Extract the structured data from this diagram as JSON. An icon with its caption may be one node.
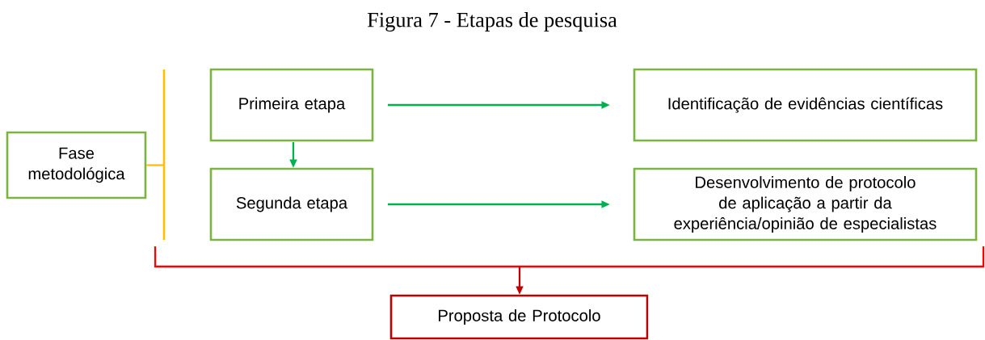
{
  "diagram": {
    "title": "Figura 7 - Etapas de pesquisa",
    "nodes": [
      {
        "text": [
          "Fase metodológica"
        ]
      },
      {
        "text": [],
        "shape": "bar"
      },
      {
        "text": [
          "Primeira etapa"
        ]
      },
      {
        "text": [
          "Identificação de evidências científicas"
        ]
      },
      {
        "text": [
          "Segunda etapa"
        ]
      },
      {
        "text": [
          "Desenvolvimento de protocolo de aplicação a partir da experiência/opinião de especialistas"
        ]
      },
      {
        "text": [],
        "shape": "bracket"
      },
      {
        "text": [
          "Proposta de Protocolo"
        ]
      }
    ],
    "edges": [
      {
        "from": 0,
        "to": 1,
        "arrow": "none",
        "color": "#ffc000"
      },
      {
        "from": 2,
        "to": 3,
        "arrow": "to"
      },
      {
        "from": 2,
        "to": 4,
        "arrow": "to"
      },
      {
        "from": 4,
        "to": 5,
        "arrow": "to"
      },
      {
        "from": 6,
        "to": 7,
        "arrow": "to",
        "color": "#c00000"
      }
    ]
  }
}
